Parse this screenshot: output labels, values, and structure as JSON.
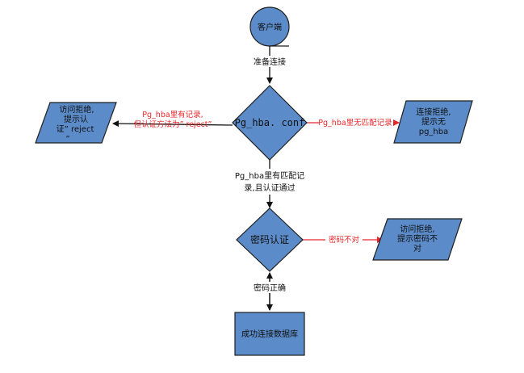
{
  "nodes": {
    "client": "客户端",
    "pg_hba": "Pg_hba. conf",
    "password_auth": "密码认证",
    "success": "成功连接数据库",
    "reject_left": [
      "访问拒绝,",
      "提示认",
      "证” reject",
      "”"
    ],
    "reject_right": [
      "连接拒绝,",
      "提示无",
      "pg_hba"
    ],
    "reject_password": [
      "访问拒绝,",
      "提示密码不",
      "对"
    ]
  },
  "edges": {
    "prepare": "准备连接",
    "matched_reject": [
      "Pg_hba里有记录,",
      "但认证方法为” reject”"
    ],
    "no_match": "Pg_hba里无匹配记录",
    "matched_pass": [
      "Pg_hba里有匹配记",
      "录,且认证通过"
    ],
    "wrong_password": "密码不对",
    "correct_password": "密码正确"
  },
  "colors": {
    "shape_fill": "#5b8bc9",
    "shape_stroke": "#1f1f1f",
    "red_label": "#e8262a"
  }
}
